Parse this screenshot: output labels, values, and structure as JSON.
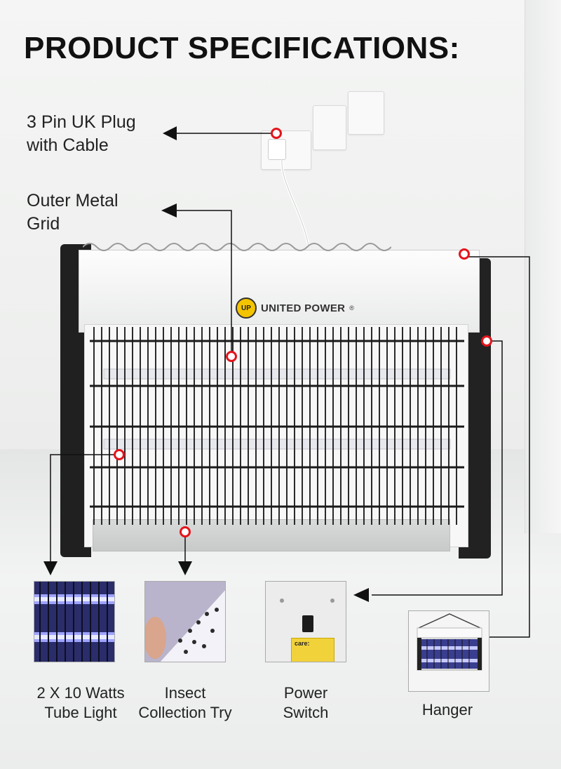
{
  "title": "PRODUCT SPECIFICATIONS:",
  "brand": {
    "logo_text": "UP",
    "name": "UNITED POWER",
    "registered_mark": "®"
  },
  "callouts": {
    "plug": {
      "line1": "3 Pin UK Plug",
      "line2": "with Cable"
    },
    "grid": {
      "line1": "Outer Metal",
      "line2": "Grid"
    }
  },
  "features": [
    {
      "line1": "2 X 10 Watts",
      "line2": "Tube Light",
      "icon": "tube-light-photo"
    },
    {
      "line1": "Insect",
      "line2": "Collection Try",
      "icon": "collection-tray-photo"
    },
    {
      "line1": "Power",
      "line2": "Switch",
      "icon": "power-switch-photo"
    },
    {
      "line1": "Hanger",
      "line2": "",
      "icon": "hanger-photo"
    }
  ],
  "switch_label": {
    "warning": "care:"
  },
  "colors": {
    "marker": "#e4141b",
    "arrow": "#111111",
    "uv_light": "#7b7fff",
    "frame": "#202020"
  }
}
